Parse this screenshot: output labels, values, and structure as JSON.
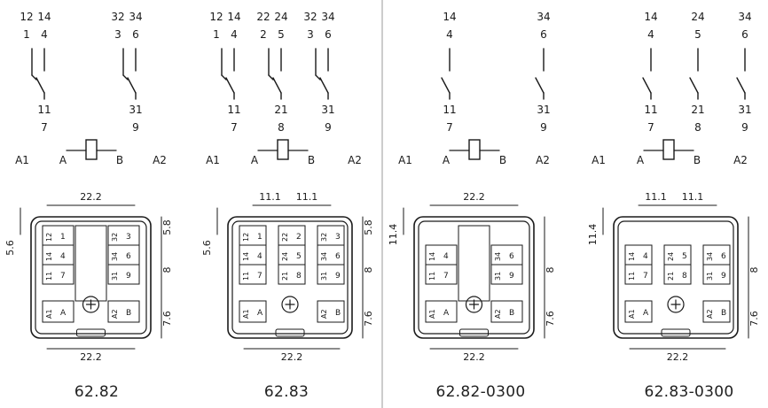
{
  "separator_color": "#999999",
  "panels": [
    {
      "model": "62.82",
      "variant": "two_pole",
      "contacts": [
        {
          "top": "12",
          "top2": "14",
          "mid": "1",
          "mid2": "4",
          "bottom": "11",
          "bottom2": "7",
          "style": "changeover"
        },
        {
          "top": "32",
          "top2": "34",
          "mid": "3",
          "mid2": "6",
          "bottom": "31",
          "bottom2": "9",
          "style": "changeover"
        }
      ],
      "coil": {
        "a1": "A1",
        "a": "A",
        "b": "B",
        "a2": "A2"
      },
      "dims": {
        "width_top": "22.2",
        "width_bottom": "22.2",
        "left_offset": "5.6",
        "right_top": "5.8",
        "right_mid": "8",
        "right_bottom": "7.6"
      },
      "pins": [
        {
          "row": [
            "12",
            "1"
          ],
          "row2": [
            "32",
            "3"
          ]
        },
        {
          "row": [
            "14",
            "4"
          ],
          "row2": [
            "34",
            "6"
          ]
        },
        {
          "row": [
            "11",
            "7"
          ],
          "row2": [
            "31",
            "9"
          ]
        },
        {
          "row": [
            "A1",
            "A"
          ],
          "row2": [
            "A2",
            "B"
          ]
        }
      ]
    },
    {
      "model": "62.83",
      "variant": "three_pole",
      "contacts": [
        {
          "top": "12",
          "top2": "14",
          "mid": "1",
          "mid2": "4",
          "bottom": "11",
          "bottom2": "7",
          "style": "changeover"
        },
        {
          "top": "22",
          "top2": "24",
          "mid": "2",
          "mid2": "5",
          "bottom": "21",
          "bottom2": "8",
          "style": "changeover"
        },
        {
          "top": "32",
          "top2": "34",
          "mid": "3",
          "mid2": "6",
          "bottom": "31",
          "bottom2": "9",
          "style": "changeover"
        }
      ],
      "coil": {
        "a1": "A1",
        "a": "A",
        "b": "B",
        "a2": "A2"
      },
      "dims": {
        "pitch_left": "11.1",
        "pitch_right": "11.1",
        "width_bottom": "22.2",
        "left_offset": "5.6",
        "right_top": "5.8",
        "right_mid": "8",
        "right_bottom": "7.6"
      },
      "pins": [
        {
          "row": [
            "12",
            "1"
          ],
          "row2": [
            "22",
            "2"
          ],
          "row3": [
            "32",
            "3"
          ]
        },
        {
          "row": [
            "14",
            "4"
          ],
          "row2": [
            "24",
            "5"
          ],
          "row3": [
            "34",
            "6"
          ]
        },
        {
          "row": [
            "11",
            "7"
          ],
          "row2": [
            "21",
            "8"
          ],
          "row3": [
            "31",
            "9"
          ]
        },
        {
          "row": [
            "A1",
            "A"
          ],
          "row3": [
            "A2",
            "B"
          ]
        }
      ]
    },
    {
      "model": "62.82-0300",
      "variant": "two_pole_no",
      "contacts": [
        {
          "top": "14",
          "mid": "4",
          "bottom": "11",
          "bottom2": "7",
          "style": "no"
        },
        {
          "top": "34",
          "mid": "6",
          "bottom": "31",
          "bottom2": "9",
          "style": "no"
        }
      ],
      "coil": {
        "a1": "A1",
        "a": "A",
        "b": "B",
        "a2": "A2"
      },
      "dims": {
        "width_top": "22.2",
        "width_bottom": "22.2",
        "left_offset": "11.4",
        "right_mid": "8",
        "right_bottom": "7.6"
      },
      "pins": [
        {
          "row": [
            "14",
            "4"
          ],
          "row2": [
            "34",
            "6"
          ]
        },
        {
          "row": [
            "11",
            "7"
          ],
          "row2": [
            "31",
            "9"
          ]
        },
        {
          "row": [
            "A1",
            "A"
          ],
          "row2": [
            "A2",
            "B"
          ]
        }
      ]
    },
    {
      "model": "62.83-0300",
      "variant": "three_pole_no",
      "contacts": [
        {
          "top": "14",
          "mid": "4",
          "bottom": "11",
          "bottom2": "7",
          "style": "no"
        },
        {
          "top": "24",
          "mid": "5",
          "bottom": "21",
          "bottom2": "8",
          "style": "no"
        },
        {
          "top": "34",
          "mid": "6",
          "bottom": "31",
          "bottom2": "9",
          "style": "no"
        }
      ],
      "coil": {
        "a1": "A1",
        "a": "A",
        "b": "B",
        "a2": "A2"
      },
      "dims": {
        "pitch_left": "11.1",
        "pitch_right": "11.1",
        "width_bottom": "22.2",
        "left_offset": "11.4",
        "right_mid": "8",
        "right_bottom": "7.6"
      },
      "pins": [
        {
          "row": [
            "14",
            "4"
          ],
          "row2": [
            "24",
            "5"
          ],
          "row3": [
            "34",
            "6"
          ]
        },
        {
          "row": [
            "11",
            "7"
          ],
          "row2": [
            "21",
            "8"
          ],
          "row3": [
            "31",
            "9"
          ]
        },
        {
          "row": [
            "A1",
            "A"
          ],
          "row3": [
            "A2",
            "B"
          ]
        }
      ]
    }
  ]
}
